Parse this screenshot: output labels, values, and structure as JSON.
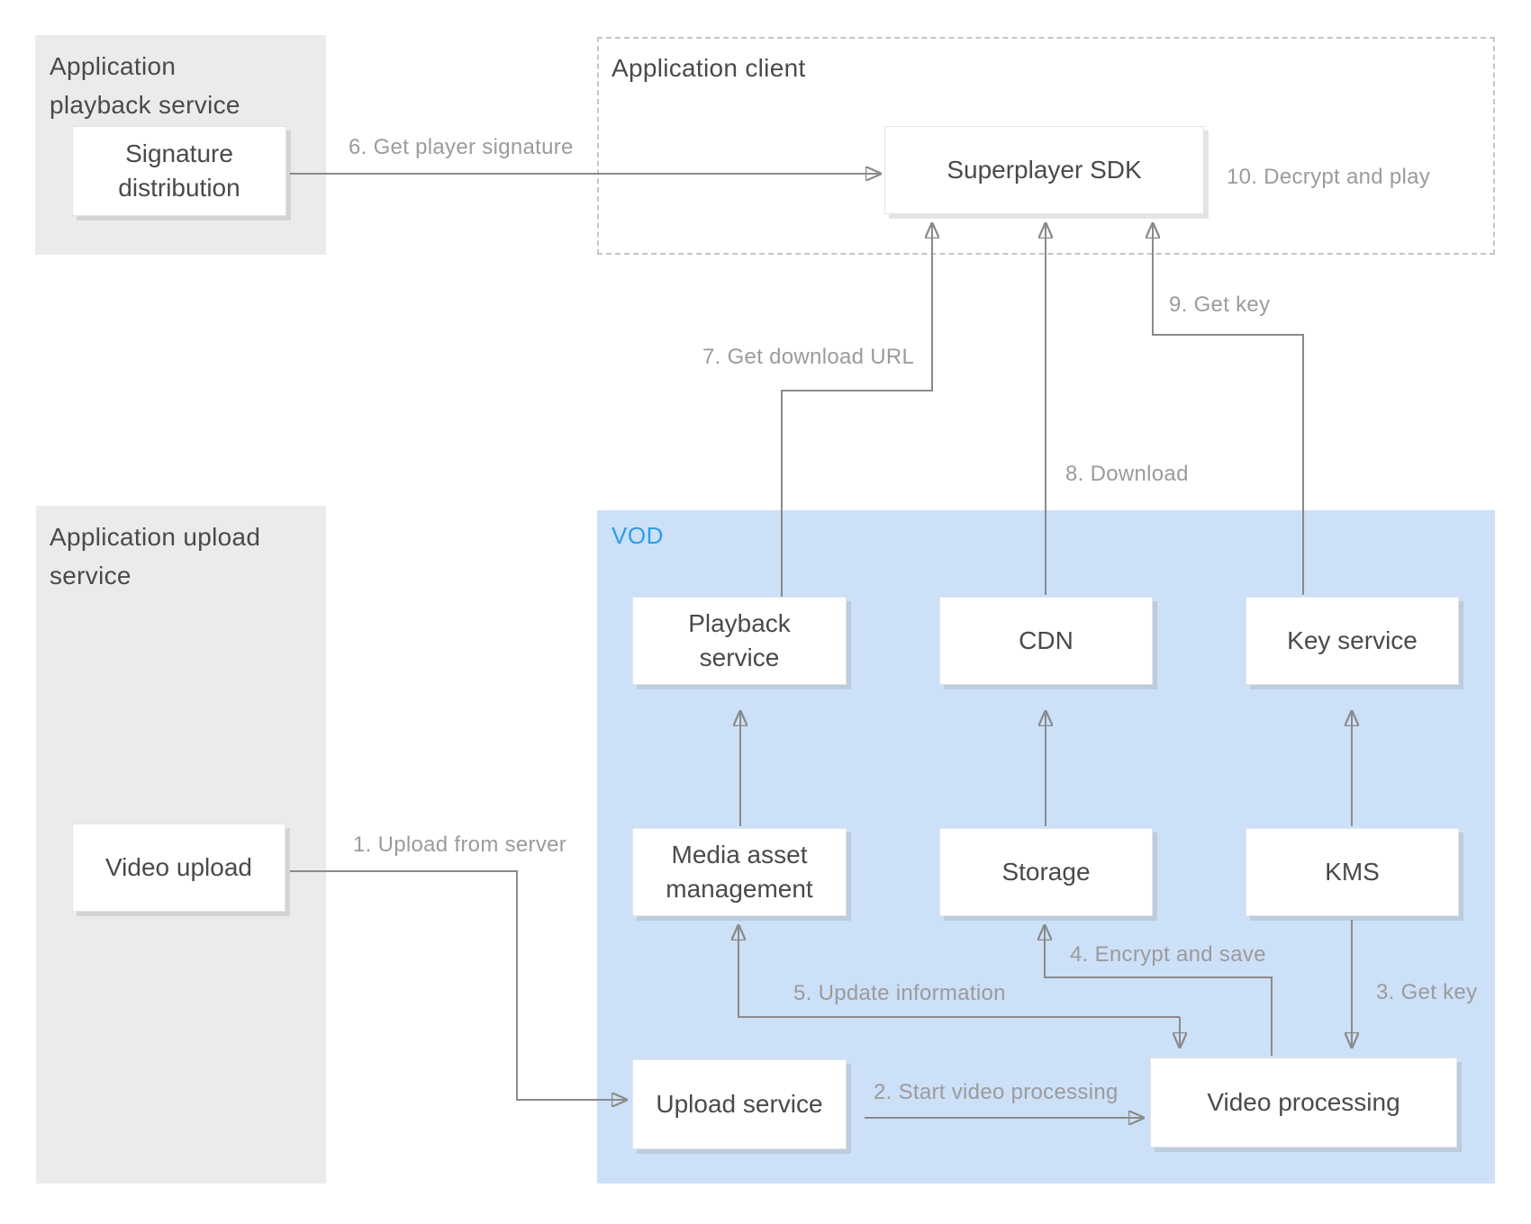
{
  "diagram": {
    "panels": {
      "playback": {
        "title": "Application playback service"
      },
      "client": {
        "title": "Application client"
      },
      "upload": {
        "title": "Application upload service"
      },
      "vod": {
        "title": "VOD"
      }
    },
    "nodes": {
      "signature_distribution": {
        "label": "Signature distribution"
      },
      "superplayer_sdk": {
        "label": "Superplayer SDK"
      },
      "video_upload": {
        "label": "Video upload"
      },
      "playback_service": {
        "label": "Playback service"
      },
      "cdn": {
        "label": "CDN"
      },
      "key_service": {
        "label": "Key service"
      },
      "media_asset_management": {
        "label": "Media asset management"
      },
      "storage": {
        "label": "Storage"
      },
      "kms": {
        "label": "KMS"
      },
      "upload_service": {
        "label": "Upload service"
      },
      "video_processing": {
        "label": "Video processing"
      }
    },
    "steps": {
      "s1": "1. Upload from server",
      "s2": "2. Start video processing",
      "s3": "3. Get key",
      "s4": "4. Encrypt and save",
      "s5": "5. Update information",
      "s6": "6. Get player signature",
      "s7": "7. Get download URL",
      "s8": "8. Download",
      "s9": "9. Get key",
      "s10": "10. Decrypt and play"
    },
    "colors": {
      "accent_blue": "#2D9CF0",
      "vod_panel_fill": "#CCE0F8",
      "gray_panel_fill": "#EBEBED",
      "connector_gray": "#8A8A8A",
      "step_label_gray": "#9B9B9B",
      "node_text": "#4A4A4A"
    }
  }
}
